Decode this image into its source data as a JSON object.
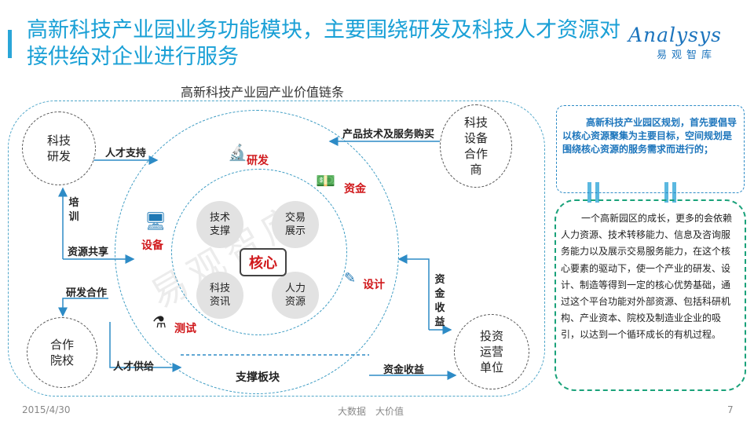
{
  "title": "高新科技产业园业务功能模块，主要围绕研发及科技人才资源对接供给对企业进行服务",
  "logo": {
    "main": "Analysys",
    "sub": "易观智库"
  },
  "chain_title": "高新科技产业园产业价值链条",
  "outer_nodes": {
    "rd": "科技\n研发",
    "equipment": "科技\n设备\n合作\n商",
    "school": "合作\n院校",
    "investor": "投资\n运营\n单位"
  },
  "ring_labels": {
    "rd": "研发",
    "capital": "资金",
    "equipment": "设备",
    "design": "设计",
    "test": "测试"
  },
  "core_bubbles": {
    "tech": "技术\n支撑",
    "trade": "交易\n展示",
    "info": "科技\n资讯",
    "hr": "人力\n资源"
  },
  "core_label": "核心",
  "flow_labels": {
    "talent_support": "人才支持",
    "product_purchase": "产品技术及服务购买",
    "training": "培\n训",
    "resource_share": "资源共享",
    "rd_coop": "研发合作",
    "capital_return_v": "资\n金\n收\n益",
    "talent_supply": "人才供给",
    "support_block": "支撑板块",
    "capital_return_h": "资金收益"
  },
  "side_top_text": "高新科技产业园区规划，首先要倡导以核心资源聚集为主要目标，空间规划是围绕核心资源的服务需求而进行的；",
  "side_bottom_text": "一个高新园区的成长，更多的会依赖人力资源、技术转移能力、信息及咨询服务能力以及展示交易服务能力，在这个核心要素的驱动下，使一个产业的研发、设计、制造等得到一定的核心优势基础，通过这个平台功能对外部资源、包括科研机构、产业资本、院校及制造业企业的吸引，以达到一个循环成长的有机过程。",
  "watermark": "易观智库",
  "footer": {
    "date": "2015/4/30",
    "center": "大数据　大价值",
    "page": "7"
  },
  "colors": {
    "accent": "#1aa0d6",
    "red": "#d0181b",
    "green_border": "#1aa27a",
    "blue_text": "#1c75bc"
  }
}
